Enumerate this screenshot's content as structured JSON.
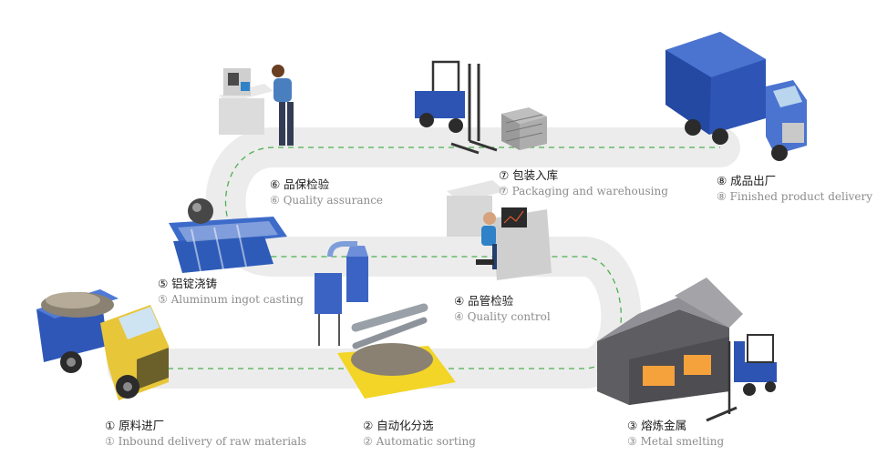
{
  "steps": [
    {
      "zh": "① 原料进厂",
      "en": "① Inbound delivery of raw materials"
    },
    {
      "zh": "② 自动化分选",
      "en": "② Automatic sorting"
    },
    {
      "zh": "③ 熔炼金属",
      "en": "③ Metal smelting"
    },
    {
      "zh": "④ 品管检验",
      "en": "④ Quality control"
    },
    {
      "zh": "⑤ 铝锭浇铸",
      "en": "⑤ Aluminum ingot casting"
    },
    {
      "zh": "⑥ 品保检验",
      "en": "⑥ Quality assurance"
    },
    {
      "zh": "⑦ 包装入库",
      "en": "⑦ Packaging and warehousing"
    },
    {
      "zh": "⑧ 成品出厂",
      "en": "⑧ Finished product delivery"
    }
  ],
  "colors": {
    "road": "#ebebeb",
    "route": "#4caf50",
    "truck_yellow": "#e8c63a",
    "truck_blue": "#2e55b5",
    "furnace_glow": "#f6a23c",
    "forklift_blue": "#2d54b3"
  }
}
